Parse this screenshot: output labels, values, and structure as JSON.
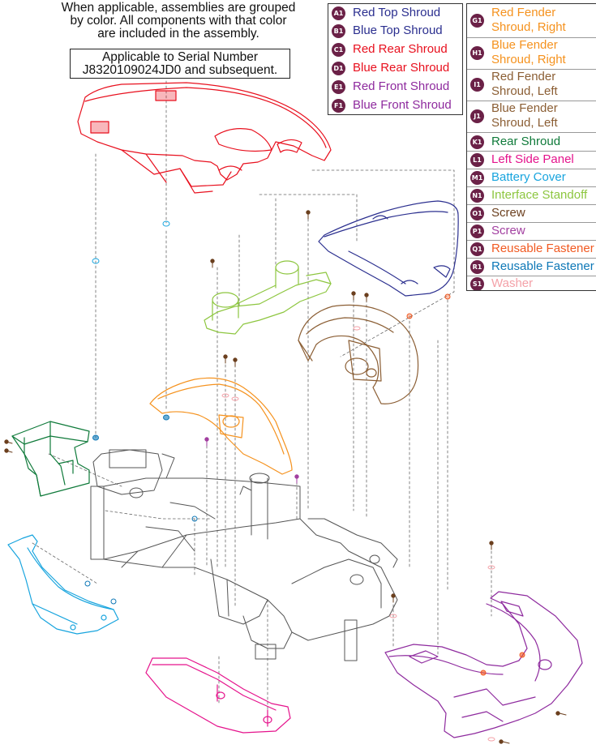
{
  "note": {
    "lines": [
      "When applicable, assemblies are grouped",
      "by color. All components with that color",
      "are included in the assembly."
    ]
  },
  "serial_box": {
    "lines": [
      "Applicable to Serial Number",
      "J8320109024JD0 and subsequent."
    ]
  },
  "legend_left": [
    {
      "id": "A1",
      "label": "Red Top Shroud",
      "color": "#2b2f8f"
    },
    {
      "id": "B1",
      "label": "Blue Top Shroud",
      "color": "#2b2f8f"
    },
    {
      "id": "C1",
      "label": "Red Rear Shroud",
      "color": "#e8101e"
    },
    {
      "id": "D1",
      "label": "Blue Rear Shroud",
      "color": "#e8101e"
    },
    {
      "id": "E1",
      "label": "Red Front Shroud",
      "color": "#8e2a9e"
    },
    {
      "id": "F1",
      "label": "Blue Front Shroud",
      "color": "#8e2a9e"
    }
  ],
  "legend_right": [
    {
      "id": "G1",
      "lines": [
        "Red Fender",
        "Shroud, Right"
      ],
      "color": "#f5921e"
    },
    {
      "id": "H1",
      "lines": [
        "Blue Fender",
        "Shroud, Right"
      ],
      "color": "#f5921e"
    },
    {
      "id": "I1",
      "lines": [
        "Red Fender",
        "Shroud, Left"
      ],
      "color": "#8b5e34"
    },
    {
      "id": "J1",
      "lines": [
        "Blue Fender",
        "Shroud, Left"
      ],
      "color": "#8b5e34"
    },
    {
      "id": "K1",
      "lines": [
        "Rear Shroud"
      ],
      "color": "#0f7a3a"
    },
    {
      "id": "L1",
      "lines": [
        "Left Side Panel"
      ],
      "color": "#e5138c"
    },
    {
      "id": "M1",
      "lines": [
        "Battery Cover"
      ],
      "color": "#17a4de"
    },
    {
      "id": "N1",
      "lines": [
        "Interface Standoff"
      ],
      "color": "#8dc63f"
    },
    {
      "id": "O1",
      "lines": [
        "Screw"
      ],
      "color": "#6b3f1e"
    },
    {
      "id": "P1",
      "lines": [
        "Screw"
      ],
      "color": "#a23fa0"
    },
    {
      "id": "Q1",
      "lines": [
        "Reusable Fastener"
      ],
      "color": "#f15a22"
    },
    {
      "id": "R1",
      "lines": [
        "Reusable Fastener"
      ],
      "color": "#0e78b7"
    },
    {
      "id": "S1",
      "lines": [
        "Washer"
      ],
      "color": "#f4a1a8"
    }
  ],
  "colors": {
    "badge": "#6b2147",
    "red": "#e8101e",
    "blue": "#2b2f8f",
    "orange": "#f5921e",
    "brown": "#8b5e34",
    "green": "#0f7a3a",
    "magenta": "#e5138c",
    "cyan": "#17a4de",
    "lime": "#8dc63f",
    "purple": "#8e2a9e",
    "frame": "#555555"
  }
}
